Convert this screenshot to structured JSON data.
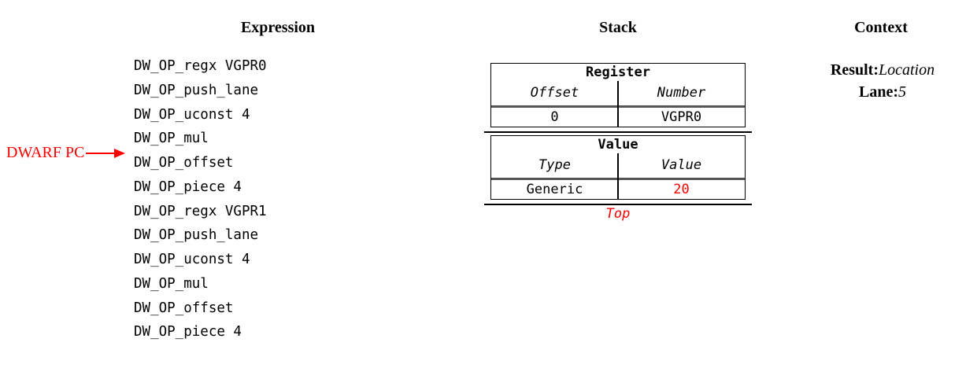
{
  "columns": {
    "expression": {
      "title": "Expression",
      "ops": [
        "DW_OP_regx VGPR0",
        "DW_OP_push_lane",
        "DW_OP_uconst 4",
        "DW_OP_mul",
        "DW_OP_offset",
        "DW_OP_piece 4",
        "DW_OP_regx VGPR1",
        "DW_OP_push_lane",
        "DW_OP_uconst 4",
        "DW_OP_mul",
        "DW_OP_offset",
        "DW_OP_piece 4"
      ]
    },
    "stack": {
      "title": "Stack",
      "entries": [
        {
          "header": "Register",
          "col1_label": "Offset",
          "col2_label": "Number",
          "col1_value": "0",
          "col2_value": "VGPR0",
          "col2_color": "#000000"
        },
        {
          "header": "Value",
          "col1_label": "Type",
          "col2_label": "Value",
          "col1_value": "Generic",
          "col2_value": "20",
          "col2_color": "#ff0000"
        }
      ],
      "top_label": "Top"
    },
    "context": {
      "title": "Context",
      "items": [
        {
          "label": "Result:",
          "value": "Location"
        },
        {
          "label": "Lane:",
          "value": "5"
        }
      ]
    }
  },
  "pc_marker": {
    "label": "DWARF PC"
  },
  "colors": {
    "accent_red": "#ff0000",
    "border_black": "#000000",
    "separator_gray": "#555555"
  }
}
